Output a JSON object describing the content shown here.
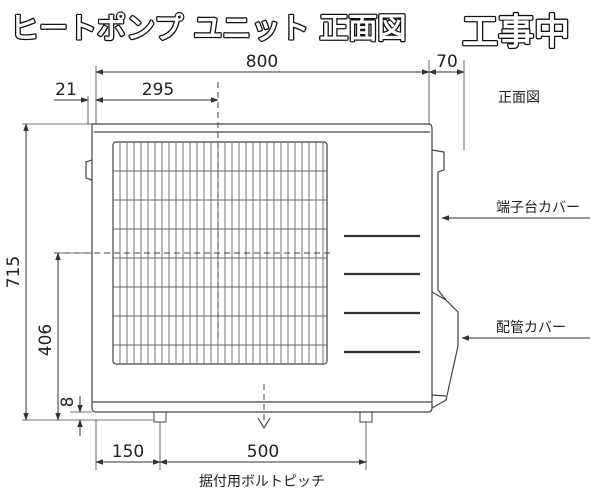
{
  "title": {
    "main": "ヒートポンプ ユニット 正面図",
    "status": "工事中"
  },
  "view_label": "正面図",
  "dimensions": {
    "total_width": "800",
    "side_depth": "70",
    "left_offset": "21",
    "fan_center": "295",
    "height": "715",
    "center_height": "406",
    "foot_height": "8",
    "bolt_offset": "150",
    "bolt_pitch": "500"
  },
  "callouts": {
    "terminal_cover": "端子台カバー",
    "pipe_cover": "配管カバー",
    "bolt_pitch_label": "据付用ボルトピッチ"
  },
  "colors": {
    "lines": "#444444",
    "text": "#222222",
    "title_fill": "#ffffff",
    "title_outline": "#111111"
  }
}
